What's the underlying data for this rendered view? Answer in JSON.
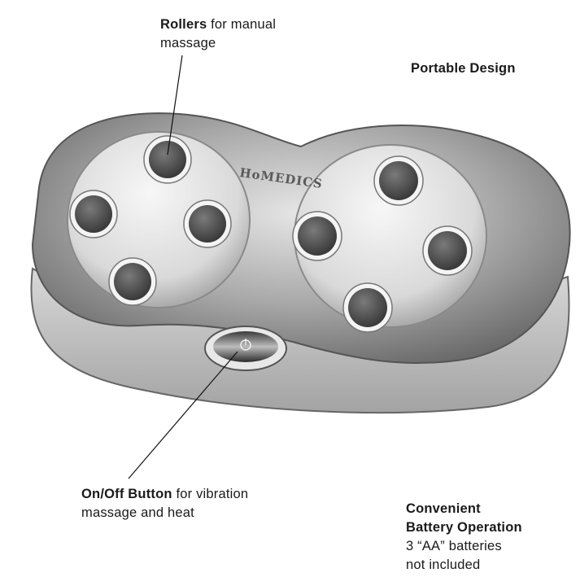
{
  "callouts": {
    "rollers": {
      "bold": "Rollers",
      "rest_line1": " for manual",
      "line2": "massage"
    },
    "portable": {
      "text": "Portable Design"
    },
    "onoff": {
      "bold": "On/Off Button",
      "rest_line1": " for vibration",
      "line2": "massage and heat"
    },
    "battery": {
      "bold_line1": "Convenient",
      "bold_line2": "Battery Operation",
      "line3": "3 “AA” batteries",
      "line4": "not included"
    }
  },
  "product": {
    "brand": "HoMEDICS",
    "colors": {
      "body_dark": "#6a6a6a",
      "body_light": "#d6d6d6",
      "roller": "#4a4a4a",
      "ring": "#f2f2f2"
    }
  }
}
